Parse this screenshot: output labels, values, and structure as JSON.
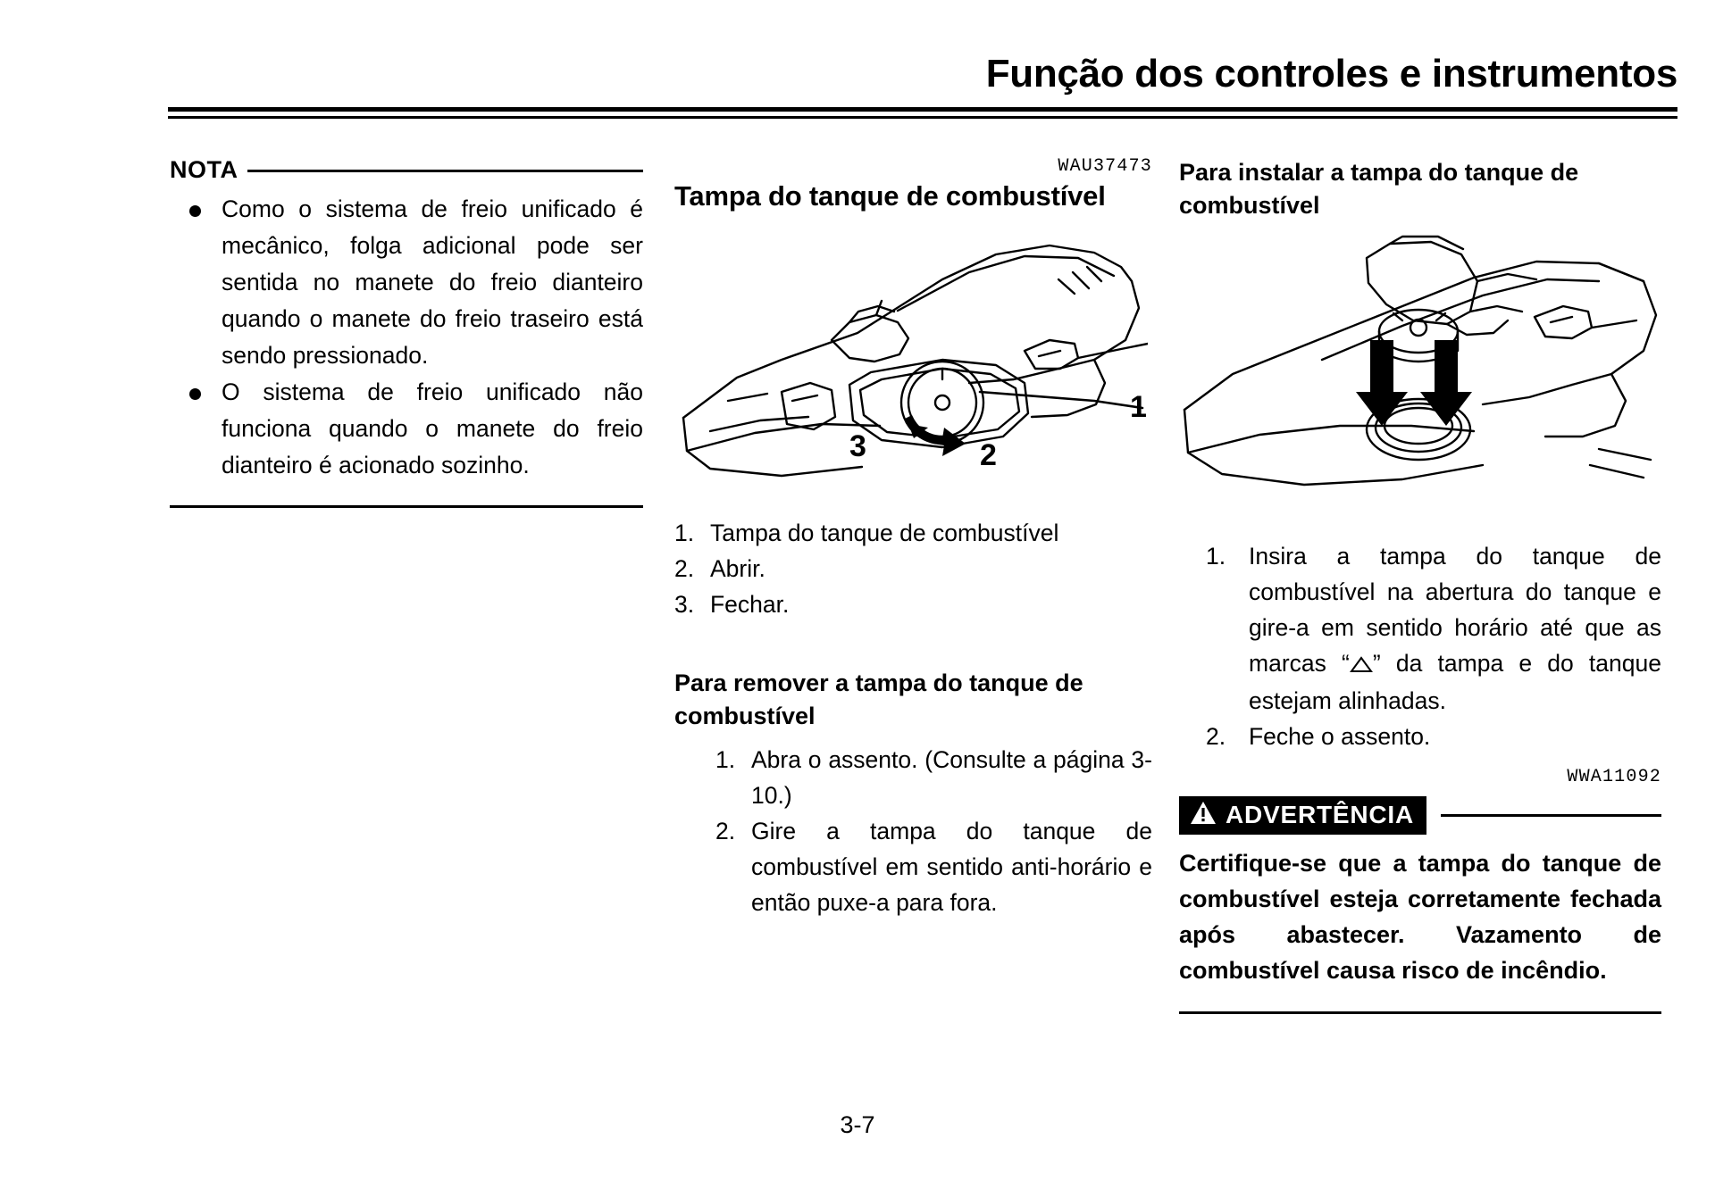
{
  "header": {
    "title": "Função dos controles e instrumentos"
  },
  "left_column": {
    "nota_label": "NOTA",
    "bullets": [
      "Como o sistema de freio unificado é mecânico, folga adicional pode ser sentida no manete do freio dianteiro quando o manete do freio traseiro está sendo pressionado.",
      "O sistema de freio unificado não funciona quando o manete do freio dianteiro é acionado sozinho."
    ]
  },
  "middle_column": {
    "ref_code": "WAU37473",
    "section_title": "Tampa do tanque de combustível",
    "figure_callouts": [
      "1",
      "2",
      "3"
    ],
    "callout_list": [
      {
        "num": "1.",
        "text": "Tampa do tanque de combustível"
      },
      {
        "num": "2.",
        "text": "Abrir."
      },
      {
        "num": "3.",
        "text": "Fechar."
      }
    ],
    "remove_heading": "Para remover a tampa do tanque de combustível",
    "remove_steps": [
      {
        "num": "1.",
        "text": "Abra o assento. (Consulte a página 3-10.)"
      },
      {
        "num": "2.",
        "text": "Gire a tampa do tanque de combustível em sentido anti-horário e então puxe-a para fora."
      }
    ]
  },
  "right_column": {
    "install_heading": "Para instalar a tampa do tanque de combustível",
    "install_steps": [
      {
        "num": "1.",
        "text_before": "Insira a tampa do tanque de combustível na abertura do tanque e gire-a em sentido horário até que as marcas “",
        "text_after": "” da tampa e do tanque estejam alinhadas."
      },
      {
        "num": "2.",
        "text": "Feche o assento."
      }
    ],
    "warning_ref_code": "WWA11092",
    "warning_label": "ADVERTÊNCIA",
    "warning_icon": "warning-triangle-icon",
    "warning_body": "Certifique-se que a tampa do tanque de combustível esteja corretamente fechada após abastecer. Vazamento de combustível causa risco de incêndio."
  },
  "footer": {
    "page_number": "3-7"
  }
}
